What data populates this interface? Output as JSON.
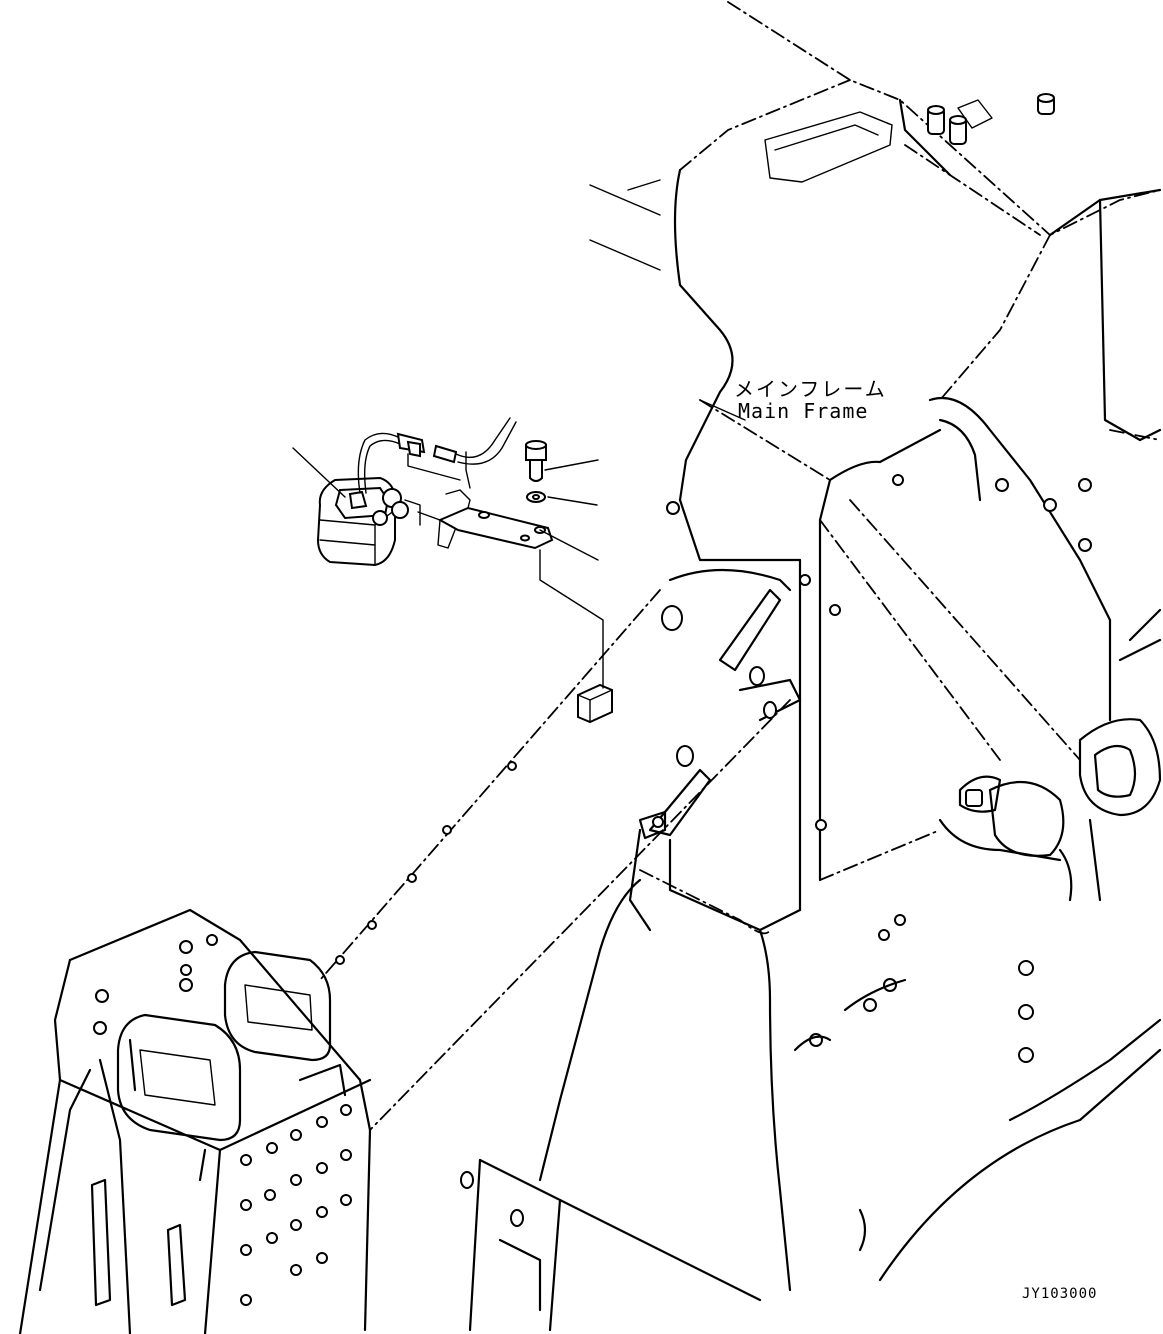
{
  "callout": {
    "japanese": "メインフレーム",
    "english": "Main Frame"
  },
  "drawing_code": "JY103000",
  "parts": [
    {
      "name": "lamp-assembly",
      "icon": "work-lamp-icon"
    },
    {
      "name": "bolt",
      "icon": "bolt-icon"
    },
    {
      "name": "washer",
      "icon": "washer-icon"
    },
    {
      "name": "bracket",
      "icon": "bracket-icon"
    }
  ]
}
